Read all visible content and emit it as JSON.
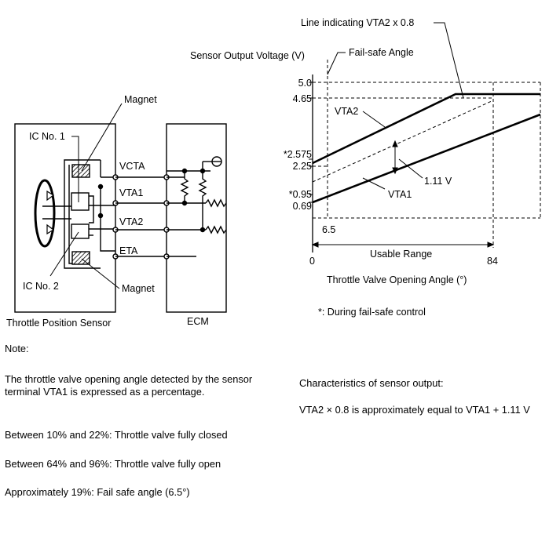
{
  "circuit": {
    "magnet_top": "Magnet",
    "ic1": "IC No. 1",
    "ic2": "IC No. 2",
    "magnet_bottom": "Magnet",
    "vcta": "VCTA",
    "vta1": "VTA1",
    "vta2": "VTA2",
    "eta": "ETA",
    "sensor_label": "Throttle Position Sensor",
    "ecm_label": "ECM"
  },
  "graph": {
    "ylabel": "Sensor Output Voltage (V)",
    "vta2_annotation": "Line indicating VTA2 x 0.8",
    "failsafe_annotation": "Fail-safe Angle",
    "y_ticks": [
      "5.0",
      "4.65",
      "*2.575",
      "2.25",
      "*0.95",
      "0.69"
    ],
    "vta2_label": "VTA2",
    "vta1_label": "VTA1",
    "diff_label": "1.11 V",
    "x_tick_failsafe": "6.5",
    "x_tick_zero": "0",
    "x_tick_max": "84",
    "usable_range": "Usable Range",
    "xlabel": "Throttle Valve Opening Angle (°)",
    "footnote": "*: During fail-safe control"
  },
  "chart_data": {
    "type": "line",
    "xlabel": "Throttle Valve Opening Angle (°)",
    "ylabel": "Sensor Output Voltage (V)",
    "y_ticks": [
      5.0,
      4.65,
      2.575,
      2.25,
      0.95,
      0.69
    ],
    "x_ticks": [
      0,
      6.5,
      84
    ],
    "series": [
      {
        "name": "VTA2",
        "points": [
          [
            0,
            2.25
          ],
          [
            63,
            4.65
          ],
          [
            100,
            4.65
          ]
        ]
      },
      {
        "name": "VTA1",
        "points": [
          [
            0,
            0.69
          ],
          [
            100,
            3.7
          ]
        ]
      }
    ],
    "annotations": [
      "Line indicating VTA2 x 0.8",
      "Fail-safe Angle",
      "1.11 V",
      "Usable Range"
    ]
  },
  "notes": {
    "heading": "Note:",
    "para1": "The throttle valve opening angle detected by the sensor terminal VTA1 is expressed as a percentage.",
    "line1": "Between 10% and 22%: Throttle valve fully closed",
    "line2": "Between 64% and 96%: Throttle valve fully open",
    "line3": "Approximately 19%: Fail safe angle (6.5°)",
    "char_heading": "Characteristics of sensor output:",
    "char_formula": "VTA2 × 0.8 is approximately equal to VTA1 + 1.11 V"
  }
}
